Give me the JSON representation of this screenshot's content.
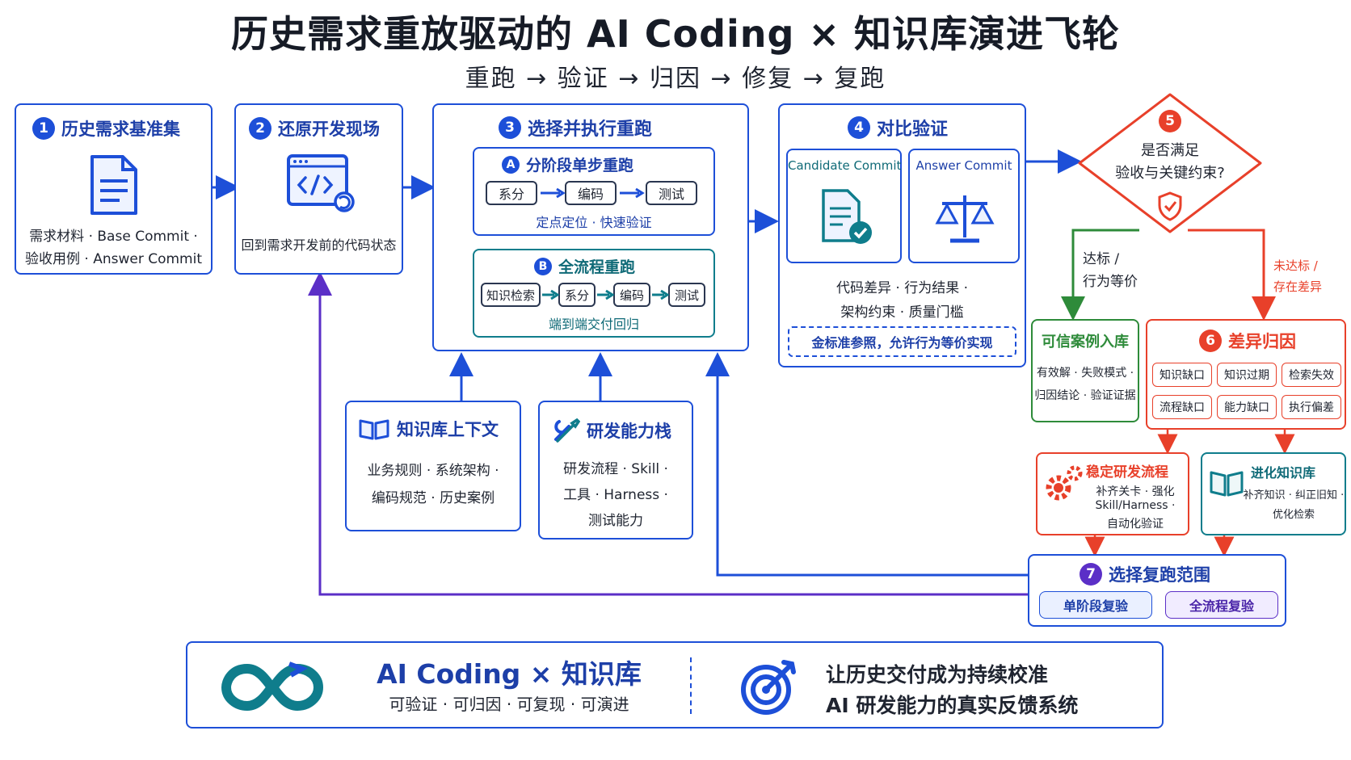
{
  "title": "历史需求重放驱动的 AI Coding × 知识库演进飞轮",
  "subtitle": "重跑 → 验证 → 归因 → 修复 → 复跑",
  "step1": {
    "num": "1",
    "title": "历史需求基准集",
    "line1": "需求材料 · Base Commit ·",
    "line2": "验收用例 · Answer Commit"
  },
  "step2": {
    "num": "2",
    "title": "还原开发现场",
    "desc": "回到需求开发前的代码状态"
  },
  "step3": {
    "num": "3",
    "title": "选择并执行重跑",
    "a": {
      "badge": "A",
      "title": "分阶段单步重跑",
      "pills": [
        "系分",
        "编码",
        "测试"
      ],
      "caption": "定点定位 · 快速验证"
    },
    "b": {
      "badge": "B",
      "title": "全流程重跑",
      "pills": [
        "知识检索",
        "系分",
        "编码",
        "测试"
      ],
      "caption": "端到端交付回归"
    }
  },
  "knowledge_ctx": {
    "title": "知识库上下文",
    "line1": "业务规则 · 系统架构 ·",
    "line2": "编码规范 · 历史案例"
  },
  "capability": {
    "title": "研发能力栈",
    "line1": "研发流程 · Skill ·",
    "line2": "工具 · Harness ·",
    "line3": "测试能力"
  },
  "step4": {
    "num": "4",
    "title": "对比验证",
    "candidate": "Candidate Commit",
    "answer": "Answer Commit",
    "line1": "代码差异 · 行为结果 ·",
    "line2": "架构约束 · 质量门槛",
    "note": "金标准参照，允许行为等价实现"
  },
  "step5": {
    "num": "5",
    "line1": "是否满足",
    "line2": "验收与关键约束?"
  },
  "branch_pass": {
    "line1": "达标 /",
    "line2": "行为等价"
  },
  "branch_fail": {
    "line1": "未达标 /",
    "line2": "存在差异"
  },
  "trusted": {
    "title": "可信案例入库",
    "line1": "有效解 · 失败模式 ·",
    "line2": "归因结论 · 验证证据"
  },
  "step6": {
    "num": "6",
    "title": "差异归因",
    "tags": [
      "知识缺口",
      "知识过期",
      "检索失效",
      "流程缺口",
      "能力缺口",
      "执行偏差"
    ]
  },
  "stable": {
    "title": "稳定研发流程",
    "line1": "补齐关卡 · 强化",
    "line2": "Skill/Harness ·",
    "line3": "自动化验证"
  },
  "evolve": {
    "title": "进化知识库",
    "line1": "补齐知识 · 纠正旧知 ·",
    "line2": "优化检索"
  },
  "step7": {
    "num": "7",
    "title": "选择复跑范围",
    "single": "单阶段复验",
    "full": "全流程复验"
  },
  "footer": {
    "brand": "AI Coding × 知识库",
    "tagline": "可验证 · 可归因 · 可复现 · 可演进",
    "line1": "让历史交付成为持续校准",
    "line2": "AI 研发能力的真实反馈系统"
  },
  "colors": {
    "blue": "#1d4fd8",
    "red": "#e8402a",
    "green": "#2e8b3a",
    "purple": "#5b2fc7",
    "teal": "#0f7d8c"
  }
}
